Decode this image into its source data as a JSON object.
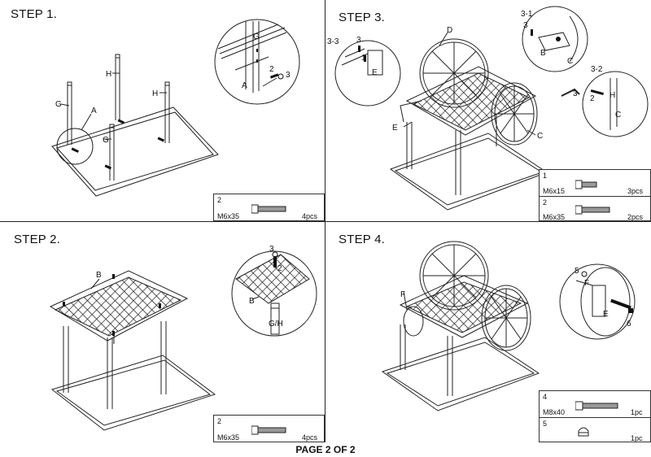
{
  "steps": [
    {
      "title": "STEP 1."
    },
    {
      "title": "STEP 2."
    },
    {
      "title": "STEP 3."
    },
    {
      "title": "STEP 4."
    }
  ],
  "labels": {
    "s1": {
      "H1": "H",
      "H2": "H",
      "G1": "G",
      "G2": "G",
      "A": "A",
      "detail_G": "G",
      "detail_2": "2",
      "detail_3": "3",
      "detail_A": "A"
    },
    "s2": {
      "B": "B",
      "detail_3": "3",
      "detail_2": "2",
      "detail_B": "B",
      "detail_GH": "G/H"
    },
    "s3": {
      "D": "D",
      "E": "E",
      "C": "C",
      "c31": "3-1",
      "c33": "3-3",
      "c32": "3-2",
      "d33_3": "3",
      "d33_1": "1",
      "d33_E": "E",
      "d31_3": "3",
      "d31_B": "B",
      "d31_C": "C",
      "d32_3": "3",
      "d32_2": "2",
      "d32_H": "H",
      "d32_C": "C"
    },
    "s4": {
      "F": "F",
      "d_5": "5",
      "d_F": "F",
      "d_E": "E",
      "d_6": "6"
    }
  },
  "parts": {
    "step1": [
      {
        "num": "2",
        "spec": "M6x35",
        "qty": "4pcs"
      }
    ],
    "step2": [
      {
        "num": "2",
        "spec": "M6x35",
        "qty": "4pcs"
      }
    ],
    "step3": [
      {
        "num": "1",
        "spec": "M6x15",
        "qty": "3pcs"
      },
      {
        "num": "2",
        "spec": "M6x35",
        "qty": "2pcs"
      }
    ],
    "step4": [
      {
        "num": "4",
        "spec": "M8x40",
        "qty": "1pc"
      },
      {
        "num": "5",
        "spec": "",
        "qty": "1pc"
      }
    ]
  },
  "footer": "PAGE 2 OF  2"
}
